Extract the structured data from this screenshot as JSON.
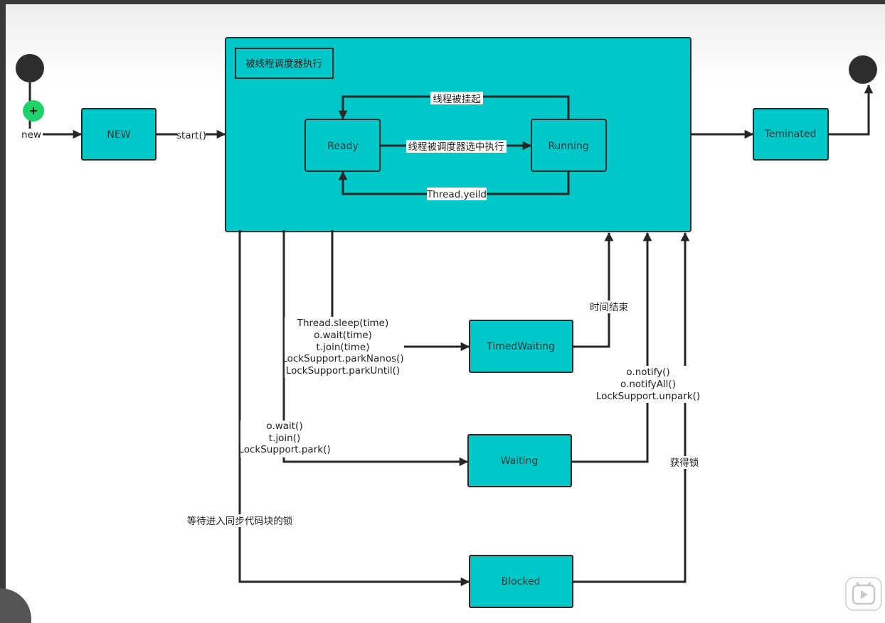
{
  "diagram": {
    "start_node_label": "new",
    "container_label": "被线程调度器执行",
    "nodes": {
      "new": "NEW",
      "ready": "Ready",
      "running": "Running",
      "terminated": "Teminated",
      "timed_waiting": "TimedWaiting",
      "waiting": "Waiting",
      "blocked": "Blocked"
    },
    "edges": {
      "start": "start()",
      "suspended": "线程被挂起",
      "scheduled": "线程被调度器选中执行",
      "yield": "Thread.yeild",
      "to_timed_waiting": [
        "Thread.sleep(time)",
        "o.wait(time)",
        "t.join(time)",
        "LockSupport.parkNanos()",
        "LockSupport.parkUntil()"
      ],
      "to_waiting": [
        "o.wait()",
        "t.join()",
        "LockSupport.park()"
      ],
      "to_blocked": "等待进入同步代码块的锁",
      "timeout": "时间结束",
      "notify": [
        "o.notify()",
        "o.notifyAll()",
        "LockSupport.unpark()"
      ],
      "acquire_lock": "获得锁"
    },
    "colors": {
      "node_fill": "#00c8c8",
      "stroke": "#2b2b2b",
      "cursor_dot": "#1ed36a"
    }
  }
}
